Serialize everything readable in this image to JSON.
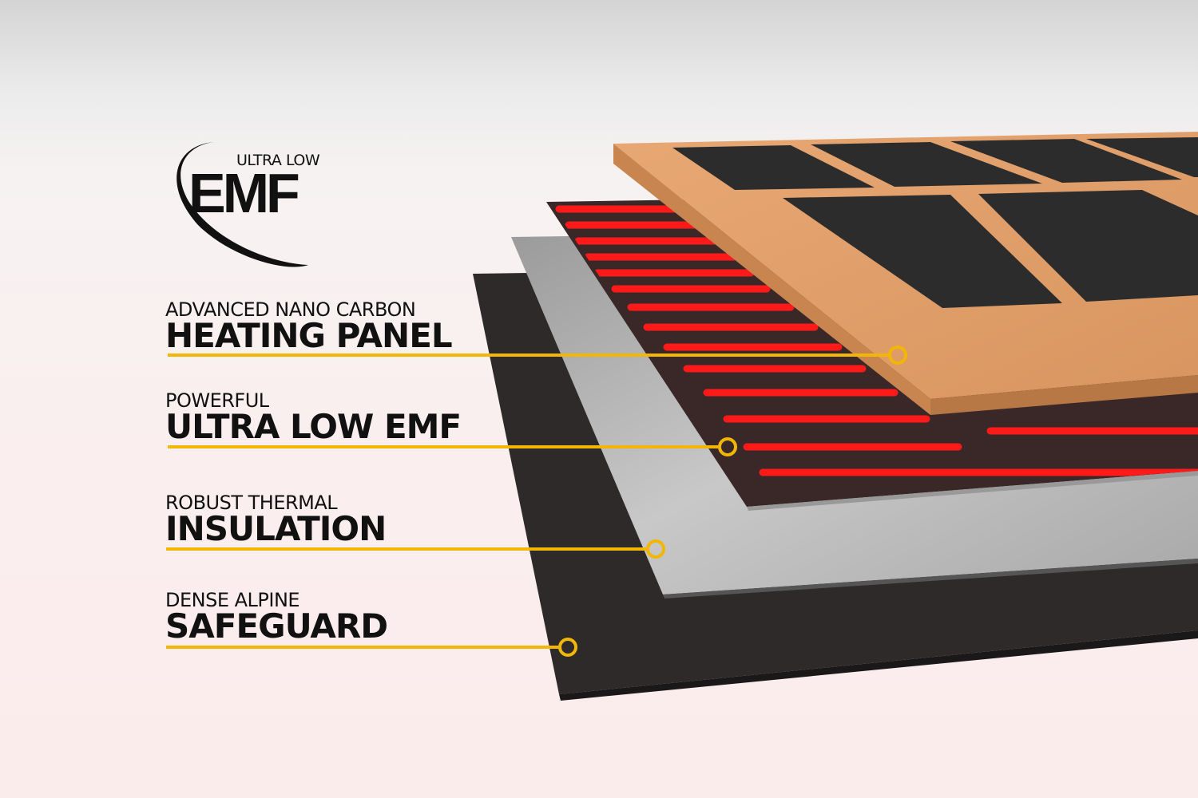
{
  "logo": {
    "top": "ULTRA LOW",
    "main": "EMF"
  },
  "callouts": [
    {
      "small": "ADVANCED NANO CARBON",
      "big": "HEATING PANEL"
    },
    {
      "small": "POWERFUL",
      "big": "ULTRA LOW EMF"
    },
    {
      "small": "ROBUST THERMAL",
      "big": "INSULATION"
    },
    {
      "small": "DENSE ALPINE",
      "big": "SAFEGUARD"
    }
  ],
  "colors": {
    "accent": "#f2b705",
    "heating": "#ff1a1a",
    "wood": "#e0a06a",
    "board": "#2e2a2a",
    "insulation": "#b8b8b8"
  }
}
